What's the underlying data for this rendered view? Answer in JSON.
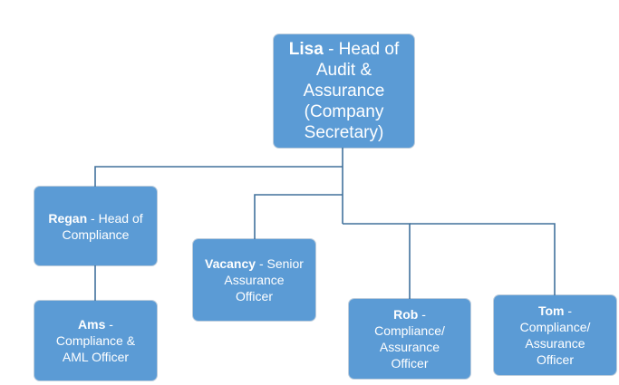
{
  "diagram": {
    "colors": {
      "box_fill": "#5b9bd5",
      "connector": "#41719c",
      "text": "#ffffff"
    },
    "nodes": {
      "lisa": {
        "name": "Lisa",
        "line1_rest": " - Head of",
        "line2": "Audit &",
        "line3": "Assurance",
        "line4": "(Company",
        "line5": "Secretary)"
      },
      "regan": {
        "name": "Regan",
        "line1_rest": " - Head of",
        "line2": "Compliance"
      },
      "ams": {
        "name": "Ams",
        "line1_rest": " -",
        "line2": "Compliance &",
        "line3": "AML Officer"
      },
      "vacancy": {
        "name": "Vacancy",
        "line1_rest": " - Senior",
        "line2": "Assurance",
        "line3": "Officer"
      },
      "rob": {
        "name": "Rob",
        "line1_rest": " -",
        "line2": "Compliance/",
        "line3": "Assurance",
        "line4": "Officer"
      },
      "tom": {
        "name": "Tom",
        "line1_rest": " -",
        "line2": "Compliance/",
        "line3": "Assurance",
        "line4": "Officer"
      }
    },
    "edges": [
      {
        "from": "lisa",
        "to": "regan"
      },
      {
        "from": "lisa",
        "to": "vacancy"
      },
      {
        "from": "lisa",
        "to": "rob"
      },
      {
        "from": "lisa",
        "to": "tom"
      },
      {
        "from": "regan",
        "to": "ams"
      }
    ]
  }
}
